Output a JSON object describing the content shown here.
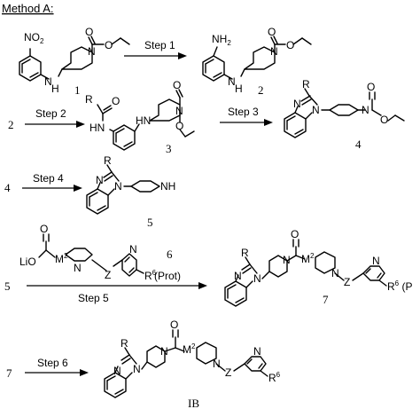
{
  "title": "Method A:",
  "steps": [
    "Step 1",
    "Step 2",
    "Step 3",
    "Step 4",
    "Step 5",
    "Step 6"
  ],
  "step5_reagent_label": "(Prot)",
  "compounds": {
    "c1": "1",
    "c2": "2",
    "c3": "3",
    "c4": "4",
    "c5": "5",
    "c6": "6",
    "c7": "7",
    "cIB": "IB"
  },
  "row_labels": {
    "r2": "2",
    "r3": "4",
    "r4": "5",
    "r5": "7"
  },
  "atoms": {
    "no2": "NO2",
    "nh2": "NH2",
    "nh": "NH",
    "hn": "HN",
    "h": "H",
    "n": "N",
    "o": "O",
    "r": "R",
    "lio": "LiO",
    "m2": "M2",
    "z": "Z",
    "r6": "R6",
    "r6_trunc": "R6 (P"
  },
  "colors": {
    "ink": "#000000",
    "background": "#ffffff"
  }
}
